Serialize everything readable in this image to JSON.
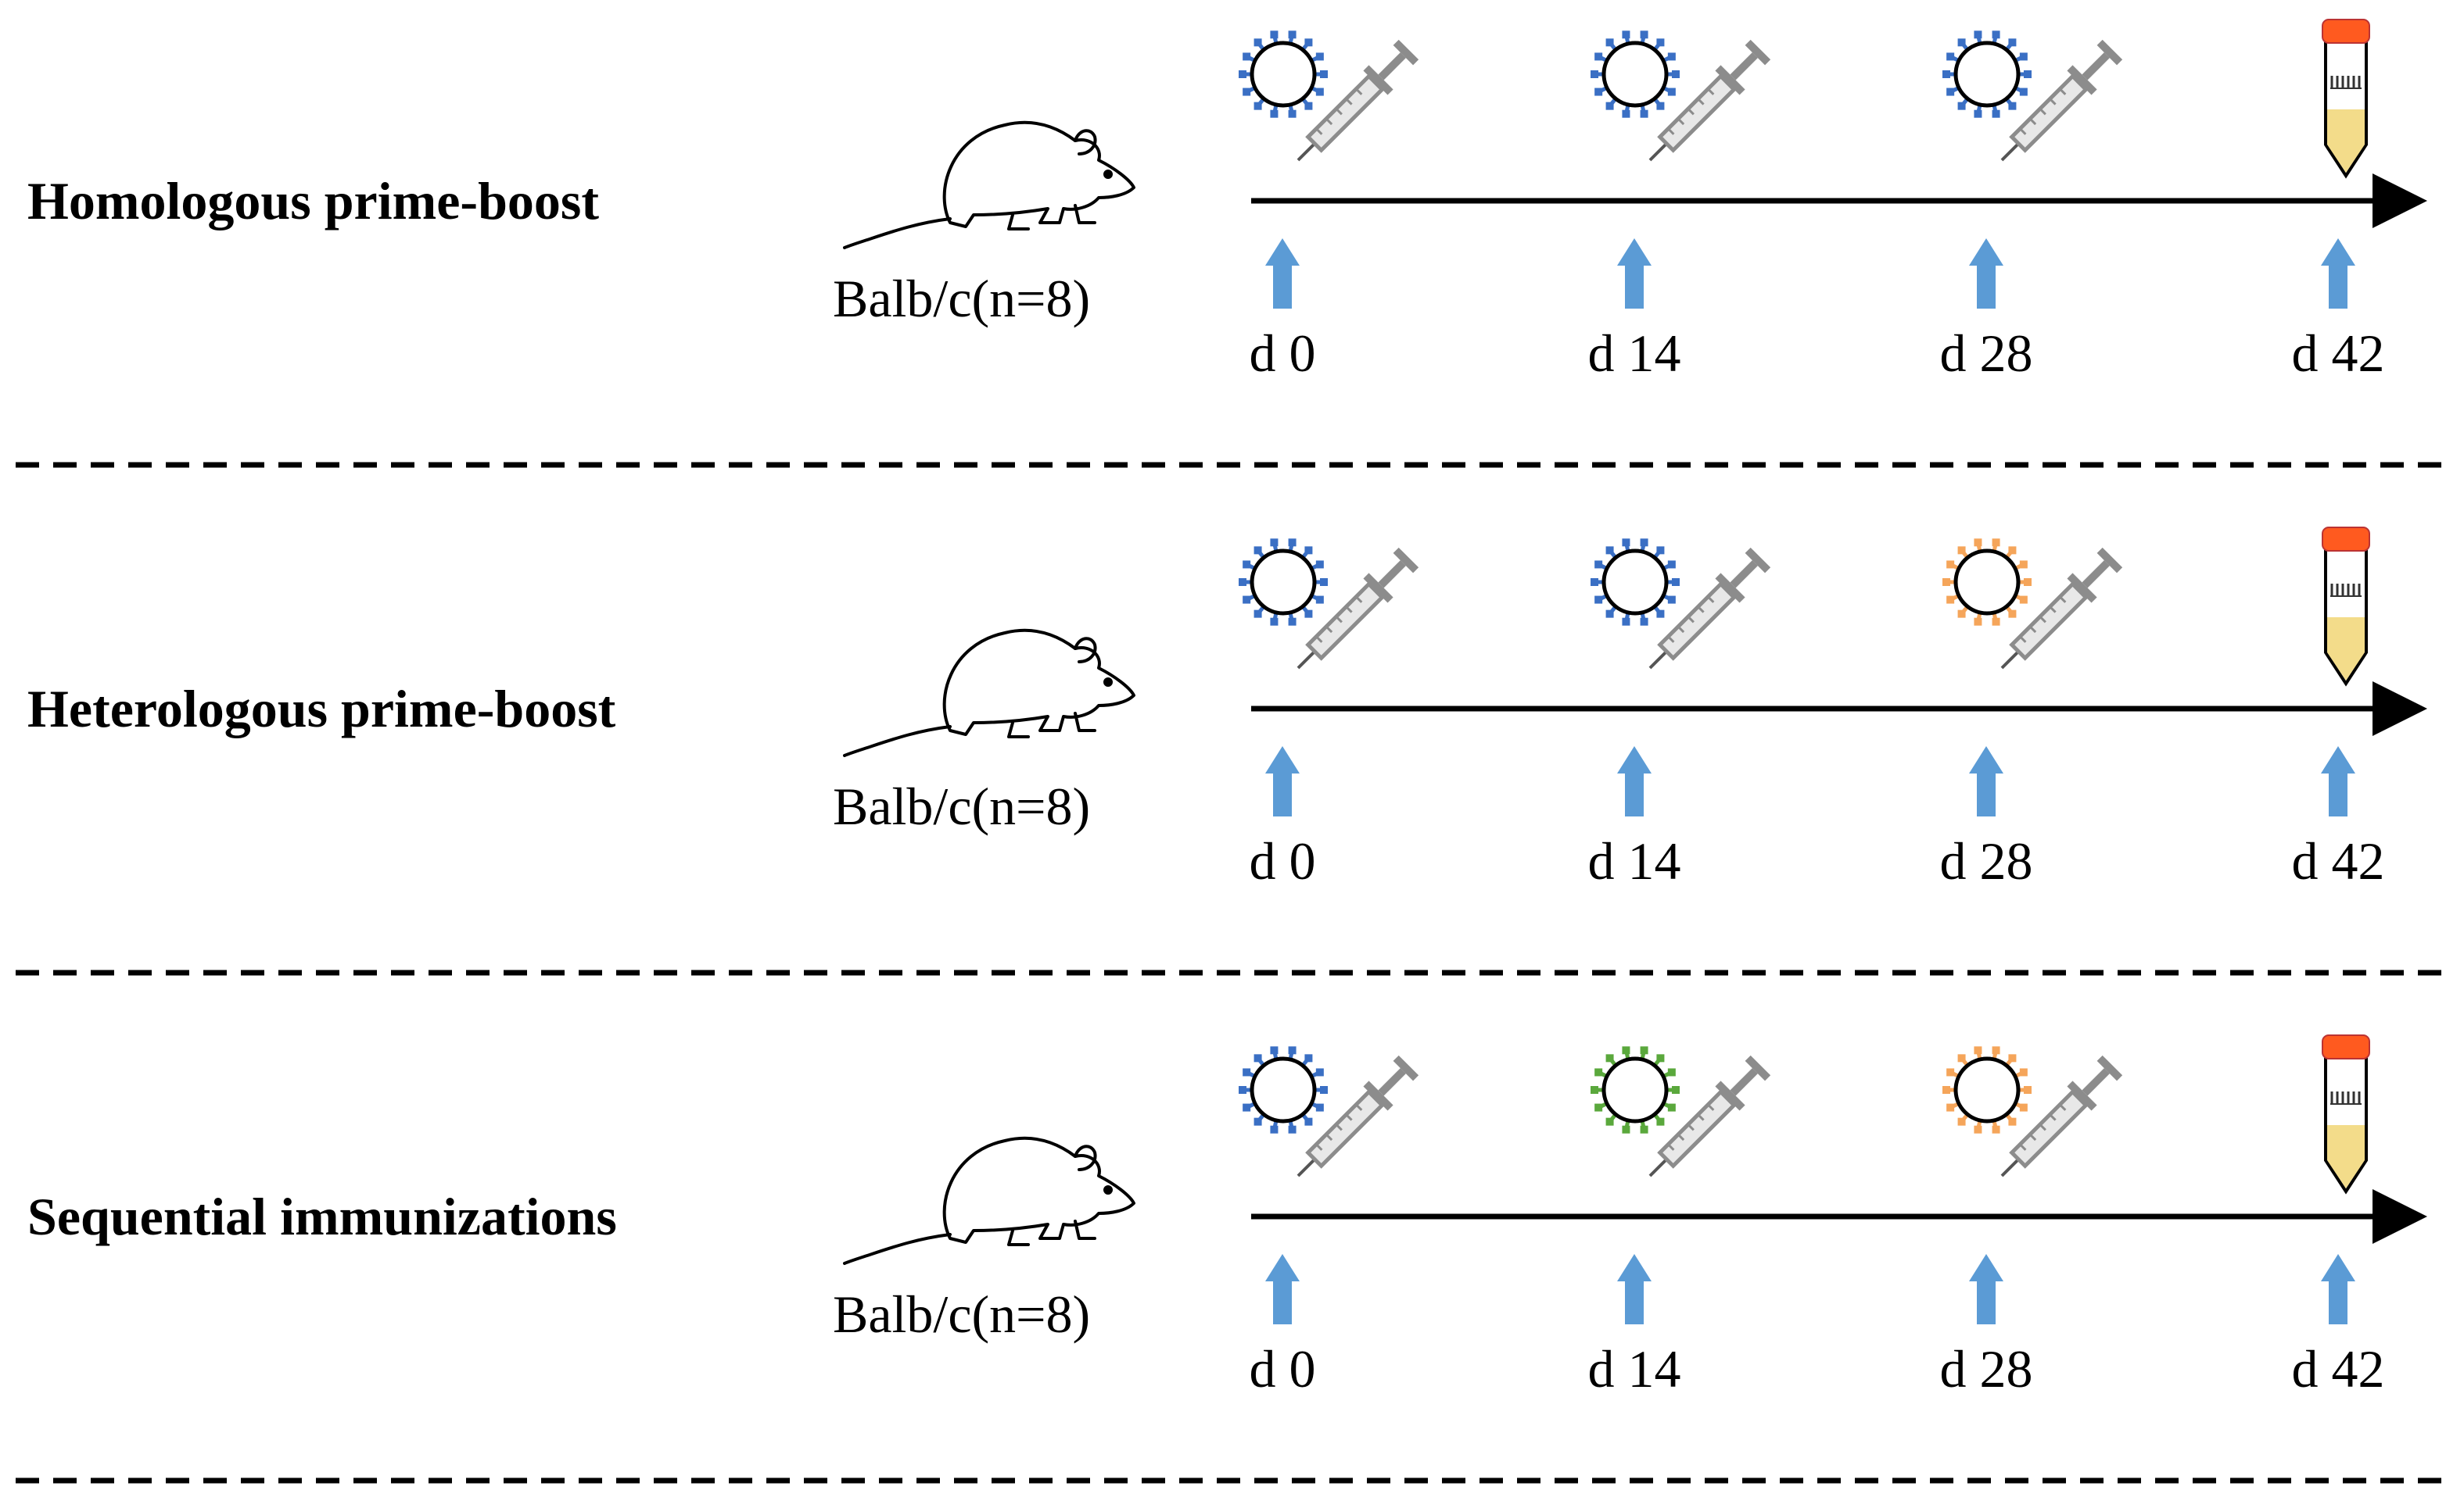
{
  "colors": {
    "virus_blue": "#3a6fc4",
    "virus_orange": "#f5a55a",
    "virus_green": "#5aa83c",
    "arrow_blue": "#5b9bd5",
    "tube_cap": "#ff5a1f",
    "tube_fluid": "#f3dc8a",
    "syringe_gray": "#8c8c8c"
  },
  "icons": {
    "mouse": "mouse-icon",
    "virus": "virus-icon",
    "syringe": "syringe-icon",
    "tube": "blood-tube-icon",
    "arrow": "up-arrow-icon"
  },
  "groups": [
    {
      "label": "Homologous prime-boost",
      "mouse_label": "Balb/c(n=8)",
      "days": [
        "d 0",
        "d 14",
        "d 28",
        "d 42"
      ],
      "virus_colors": [
        "virus_blue",
        "virus_blue",
        "virus_blue"
      ]
    },
    {
      "label": "Heterologous prime-boost",
      "mouse_label": "Balb/c(n=8)",
      "days": [
        "d 0",
        "d 14",
        "d 28",
        "d 42"
      ],
      "virus_colors": [
        "virus_blue",
        "virus_blue",
        "virus_orange"
      ]
    },
    {
      "label": "Sequential immunizations",
      "mouse_label": "Balb/c(n=8)",
      "days": [
        "d 0",
        "d 14",
        "d 28",
        "d 42"
      ],
      "virus_colors": [
        "virus_blue",
        "virus_green",
        "virus_orange"
      ]
    }
  ]
}
